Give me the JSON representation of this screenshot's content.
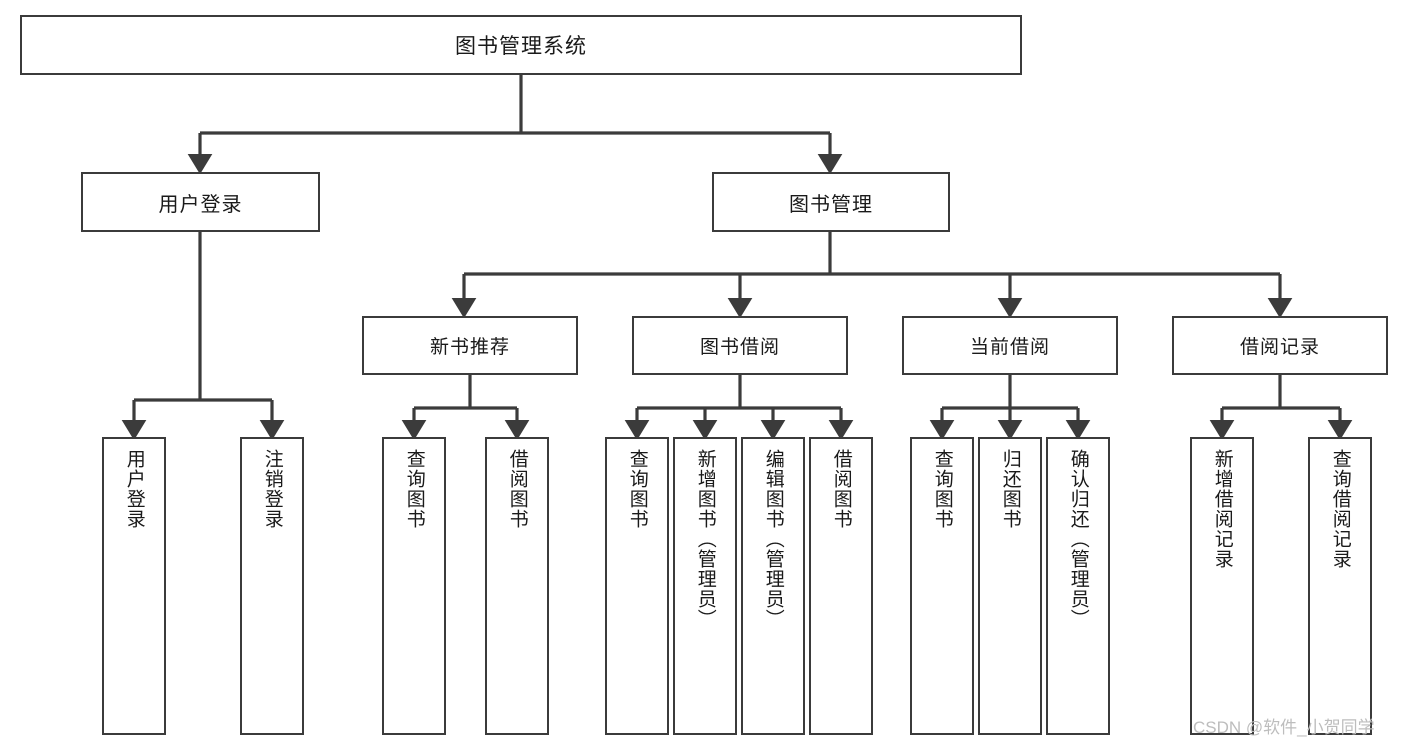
{
  "diagram": {
    "type": "tree-hierarchy-chart",
    "title": "图书管理系统",
    "orientation": "top-down",
    "line_color": "#3b3b3b",
    "box_fill": "#ffffff",
    "text_color": "#1a1a1a",
    "root": {
      "label": "图书管理系统",
      "children": [
        {
          "label": "用户登录",
          "children": [
            {
              "label": "用户登录"
            },
            {
              "label": "注销登录"
            }
          ]
        },
        {
          "label": "图书管理",
          "children": [
            {
              "label": "新书推荐",
              "children": [
                {
                  "label": "查询图书"
                },
                {
                  "label": "借阅图书"
                }
              ]
            },
            {
              "label": "图书借阅",
              "children": [
                {
                  "label": "查询图书"
                },
                {
                  "label": "新增图书（管理员）"
                },
                {
                  "label": "编辑图书（管理员）"
                },
                {
                  "label": "借阅图书"
                }
              ]
            },
            {
              "label": "当前借阅",
              "children": [
                {
                  "label": "查询图书"
                },
                {
                  "label": "归还图书"
                },
                {
                  "label": "确认归还（管理员）"
                }
              ]
            },
            {
              "label": "借阅记录",
              "children": [
                {
                  "label": "新增借阅记录"
                },
                {
                  "label": "查询借阅记录"
                }
              ]
            }
          ]
        }
      ]
    }
  },
  "watermark": {
    "text": "CSDN @软件_小贺同学"
  }
}
